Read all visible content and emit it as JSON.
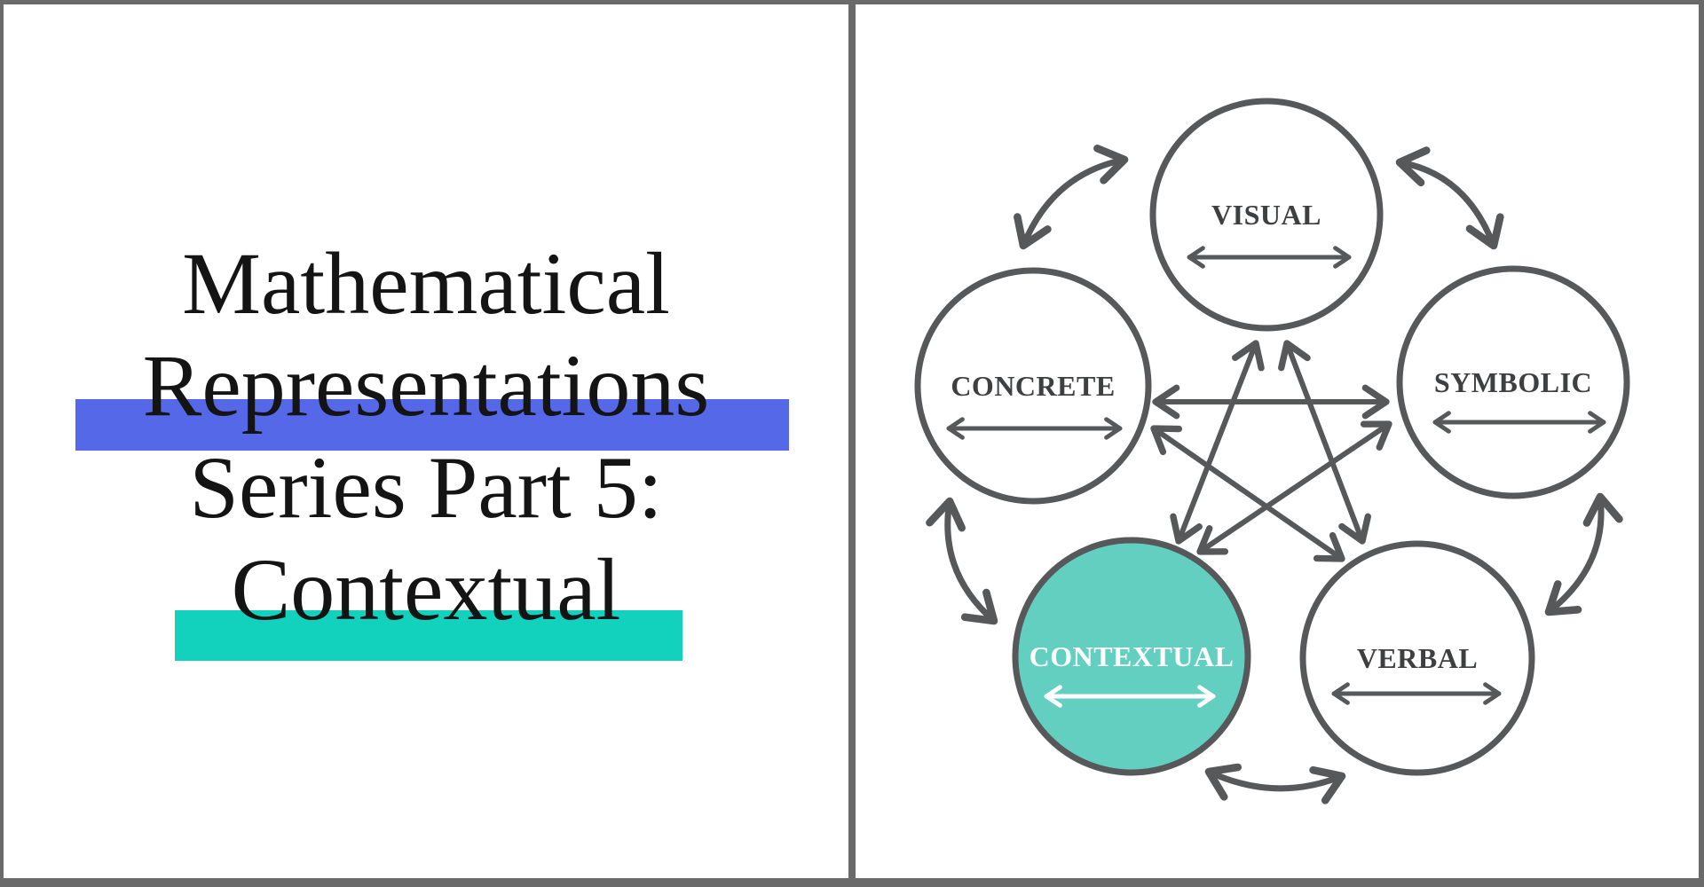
{
  "colors": {
    "frame_border": "#6a6a6a",
    "background": "#ffffff",
    "title_text": "#141414",
    "highlight_blue": "#5468e8",
    "highlight_teal": "#12d2be",
    "diagram_stroke": "#57585a",
    "node_label": "#3e3f41",
    "contextual_fill": "#62cfc1",
    "contextual_label": "#ffffff"
  },
  "title_card": {
    "lines": [
      "Mathematical",
      "Representations",
      "Series Part 5:",
      "Contextual"
    ]
  },
  "diagram": {
    "nodes": [
      {
        "id": "visual",
        "label": "VISUAL",
        "position": "top",
        "highlighted": false
      },
      {
        "id": "concrete",
        "label": "CONCRETE",
        "position": "upper-left",
        "highlighted": false
      },
      {
        "id": "symbolic",
        "label": "SYMBOLIC",
        "position": "upper-right",
        "highlighted": false
      },
      {
        "id": "contextual",
        "label": "CONTEXTUAL",
        "position": "lower-left",
        "highlighted": true
      },
      {
        "id": "verbal",
        "label": "VERBAL",
        "position": "lower-right",
        "highlighted": false
      }
    ],
    "inner_links": [
      {
        "from": "concrete",
        "to": "symbolic",
        "bidirectional": true
      },
      {
        "from": "visual",
        "to": "contextual",
        "bidirectional": true
      },
      {
        "from": "visual",
        "to": "verbal",
        "bidirectional": true
      },
      {
        "from": "concrete",
        "to": "verbal",
        "bidirectional": true
      },
      {
        "from": "symbolic",
        "to": "contextual",
        "bidirectional": true
      }
    ],
    "outer_links": [
      {
        "from": "concrete",
        "to": "visual",
        "bidirectional": true
      },
      {
        "from": "visual",
        "to": "symbolic",
        "bidirectional": true
      },
      {
        "from": "symbolic",
        "to": "verbal",
        "bidirectional": true
      },
      {
        "from": "verbal",
        "to": "contextual",
        "bidirectional": true
      },
      {
        "from": "contextual",
        "to": "concrete",
        "bidirectional": true
      }
    ]
  }
}
